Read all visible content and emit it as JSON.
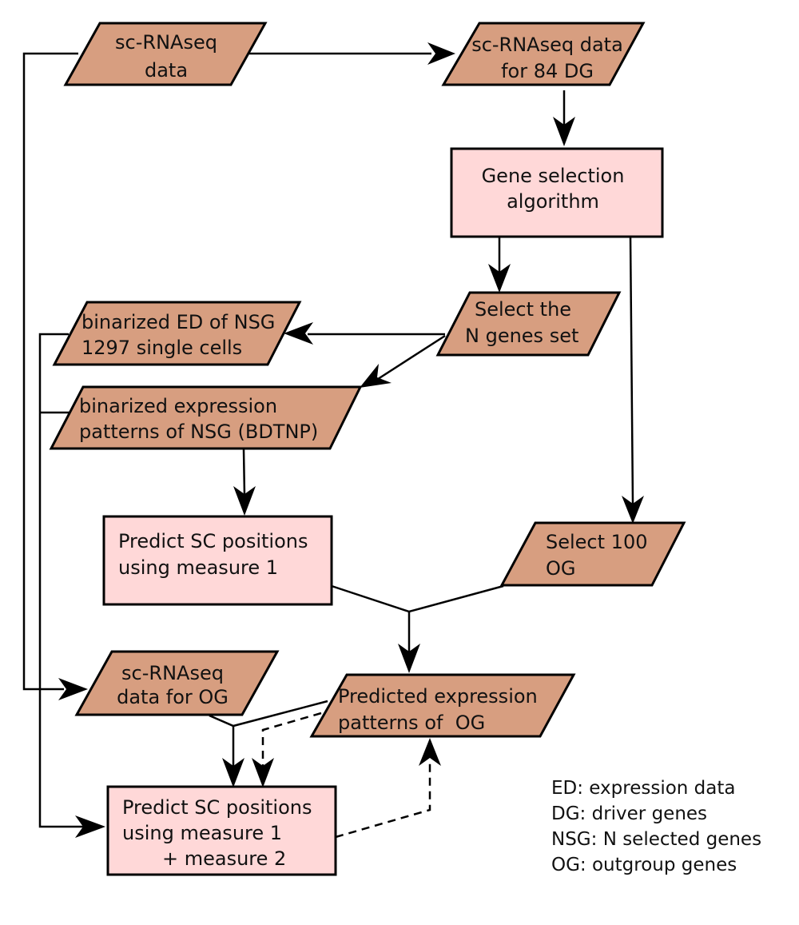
{
  "nodes": {
    "scrnaseq_data": {
      "lines": [
        "sc-RNAseq",
        "data"
      ],
      "shape": "parallelogram"
    },
    "scrnaseq_84dg": {
      "lines": [
        "sc-RNAseq data",
        "for 84 DG"
      ],
      "shape": "parallelogram"
    },
    "gene_selection": {
      "lines": [
        "Gene selection",
        "algorithm"
      ],
      "shape": "rectangle"
    },
    "select_n_genes": {
      "lines": [
        "Select the",
        "N genes set"
      ],
      "shape": "parallelogram"
    },
    "binarized_ed": {
      "lines": [
        "binarized ED of NSG",
        "1297 single cells"
      ],
      "shape": "parallelogram"
    },
    "binarized_patterns": {
      "lines": [
        "binarized expression",
        "patterns of NSG (BDTNP)"
      ],
      "shape": "parallelogram"
    },
    "predict_m1": {
      "lines": [
        "Predict SC positions",
        "using measure 1"
      ],
      "shape": "rectangle"
    },
    "select_100_og": {
      "lines": [
        "Select 100",
        "OG"
      ],
      "shape": "parallelogram"
    },
    "scrnaseq_og": {
      "lines": [
        "sc-RNAseq",
        "data for OG"
      ],
      "shape": "parallelogram"
    },
    "predicted_patterns": {
      "lines": [
        "Predicted expression",
        "patterns of  OG"
      ],
      "shape": "parallelogram"
    },
    "predict_m1_m2": {
      "lines": [
        "Predict SC positions",
        "using measure 1",
        "+ measure 2"
      ],
      "shape": "rectangle"
    }
  },
  "legend": [
    "ED: expression data",
    "DG: driver genes",
    "NSG: N selected genes",
    "OG: outgroup genes"
  ],
  "colors": {
    "data_node_fill": "#d79e80",
    "process_node_fill": "#ffd8d8",
    "stroke": "#000000"
  }
}
